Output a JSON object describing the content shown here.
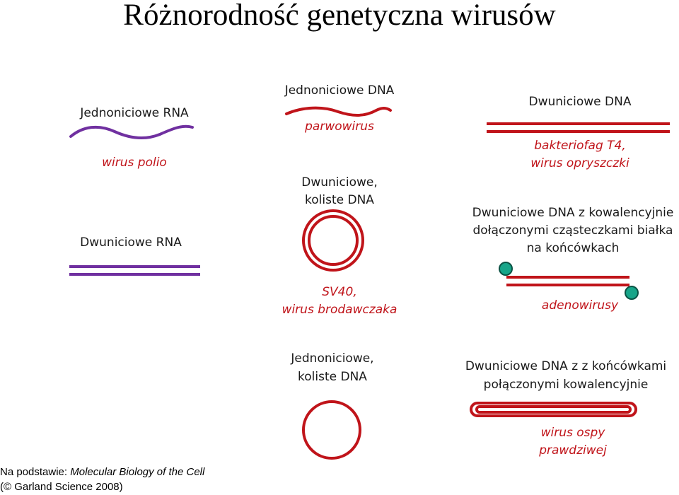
{
  "title": "Różnorodność genetyczna wirusów",
  "col1": {
    "ss_rna": {
      "label": "Jednoniciowe RNA",
      "example": "wirus polio"
    },
    "ds_rna": {
      "label": "Dwuniciowe RNA"
    }
  },
  "col2": {
    "ss_dna": {
      "label": "Jednoniciowe DNA",
      "example": "parwowirus"
    },
    "ds_circ": {
      "label_l1": "Dwuniciowe,",
      "label_l2": "koliste DNA",
      "example_l1": "SV40,",
      "example_l2": "wirus brodawczaka"
    },
    "ss_circ": {
      "label_l1": "Jednoniciowe,",
      "label_l2": "koliste DNA"
    }
  },
  "col3": {
    "ds_dna": {
      "label": "Dwuniciowe DNA",
      "example_l1": "bakteriofag T4,",
      "example_l2": "wirus opryszczki"
    },
    "ds_protein": {
      "label_l1": "Dwuniciowe DNA z kowalencyjnie",
      "label_l2": "dołączonymi cząsteczkami białka",
      "label_l3": "na końcówkach",
      "example": "adenowirusy"
    },
    "ds_linked": {
      "label_l1": "Dwuniciowe DNA z z końcówkami",
      "label_l2": "połączonymi kowalencyjnie",
      "example_l1": "wirus ospy",
      "example_l2": "prawdziwej"
    }
  },
  "credit": {
    "line1_prefix": "Na podstawie:",
    "line1_book": "Molecular Biology of the Cell",
    "line2": "(© Garland Science 2008)"
  },
  "colors": {
    "rna": "#7030a0",
    "dna": "#c0141a",
    "protein": "#17a589",
    "protein_outline": "#0b5345"
  }
}
